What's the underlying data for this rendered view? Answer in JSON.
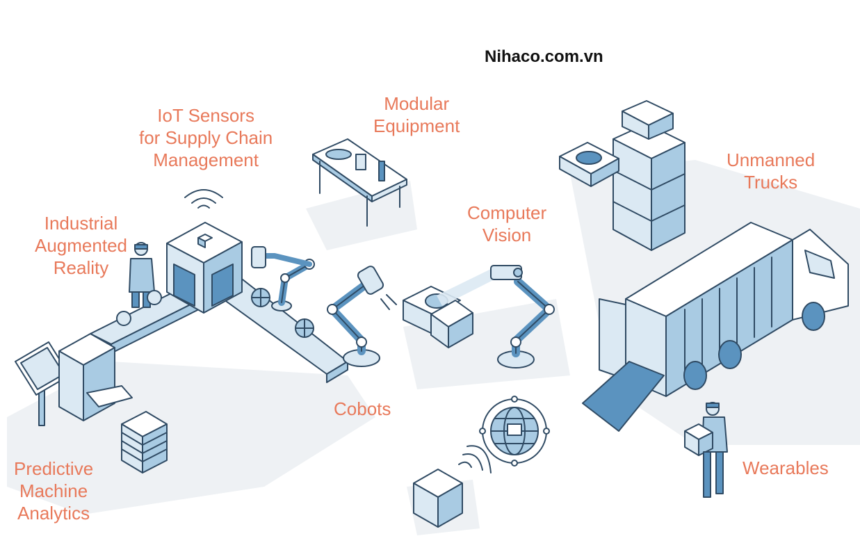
{
  "watermark": "Nihaco.com.vn",
  "colors": {
    "label": "#e8795a",
    "stroke": "#2f4a63",
    "fill_light": "#dbe9f3",
    "fill_mid": "#a9cbe3",
    "fill_dark": "#5b93bf",
    "shadow": "#eef1f4",
    "watermark": "#111111"
  },
  "labels": {
    "iot": [
      "IoT Sensors",
      "for Supply Chain",
      "Management"
    ],
    "modular": [
      "Modular",
      "Equipment"
    ],
    "unmanned": [
      "Unmanned",
      "Trucks"
    ],
    "industrial": [
      "Industrial",
      "Augmented",
      "Reality"
    ],
    "vision": [
      "Computer",
      "Vision"
    ],
    "cobots": [
      "Cobots"
    ],
    "predictive": [
      "Predictive",
      "Machine",
      "Analytics"
    ],
    "wearables": [
      "Wearables"
    ]
  },
  "icons": [
    "wifi-signal-icon",
    "worker-icon",
    "scanner-box-icon",
    "robot-arm-icon",
    "globe-icon",
    "tablet-kiosk-icon",
    "paper-stack-icon",
    "workbench-icon",
    "camera-arm-icon",
    "open-box-icon",
    "globe-network-icon",
    "package-icon",
    "shelving-icon",
    "scale-icon",
    "truck-icon",
    "ramp-icon",
    "worker-carrying-box-icon"
  ]
}
